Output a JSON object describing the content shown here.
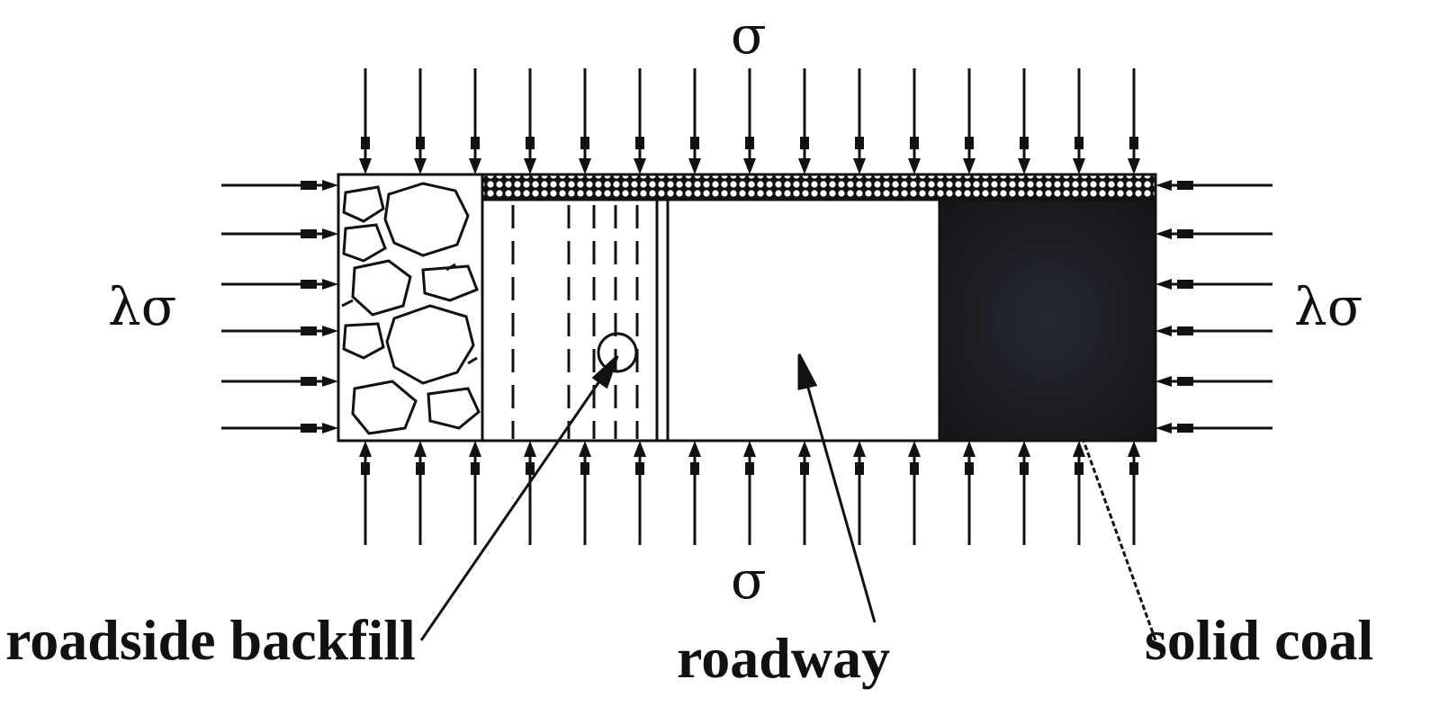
{
  "labels": {
    "sigma_top": "σ",
    "sigma_bottom": "σ",
    "lambda_sigma_left": "λσ",
    "lambda_sigma_right": "λσ",
    "roadside_backfill": "roadside backfill",
    "roadway": "roadway",
    "solid_coal": "solid coal"
  },
  "colors": {
    "line": "#111111",
    "solid_coal_fill": "#1c1d22",
    "background": "#ffffff"
  }
}
